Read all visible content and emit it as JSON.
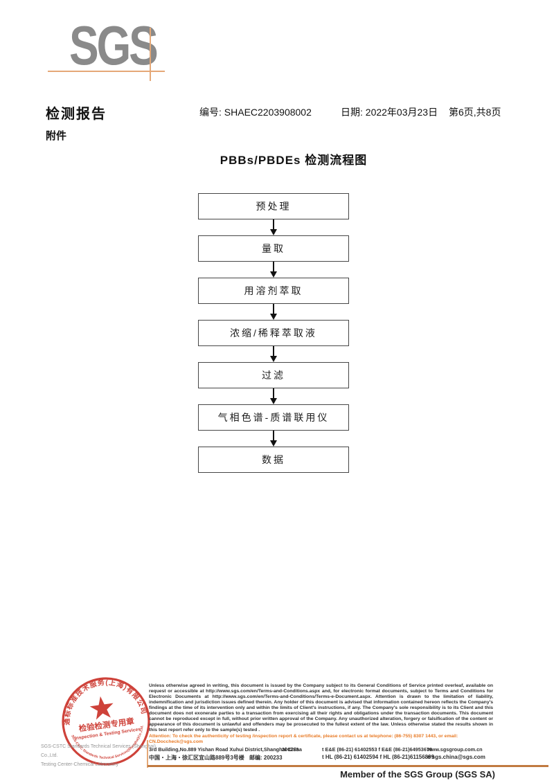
{
  "colors": {
    "logo_gray": "#8a8a8a",
    "accent_orange_line": "#e5a877",
    "footer_rule_orange": "#c07a40",
    "attention_orange": "#e87a25",
    "stamp_red": "#c8291f"
  },
  "logo": {
    "text": "SGS"
  },
  "header": {
    "report_title": "检测报告",
    "report_no": "编号: SHAEC2203908002",
    "report_date": "日期: 2022年03月23日",
    "page_indicator": "第6页,共8页",
    "attachment_label": "附件"
  },
  "flowchart": {
    "title": "PBBs/PBDEs 检测流程图",
    "steps": [
      {
        "label": "预处理"
      },
      {
        "label": "量取"
      },
      {
        "label": "用溶剂萃取"
      },
      {
        "label": "浓缩/稀释萃取液"
      },
      {
        "label": "过滤"
      },
      {
        "label": "气相色谱-质谱联用仪"
      },
      {
        "label": "数据"
      }
    ]
  },
  "stamp": {
    "ring_text_top": "通标标准技术服务(上海)有限公司",
    "ring_text_bottom": "SGS-CSTC Standards Technical Services(Shanghai)Co.,Ltd.",
    "center_line1": "检验检测专用章",
    "center_line2": "Inspection & Testing Services",
    "company_en_line1": "SGS-CSTC Standards Technical Services (Shanghai) Co.,Ltd.",
    "company_en_line2": "Testing Center-Chemical Laboratory"
  },
  "footer": {
    "disclaimer": "Unless otherwise agreed in writing, this document is issued by the Company subject to its General Conditions of Service printed overleaf, available on request or accessible at http://www.sgs.com/en/Terms-and-Conditions.aspx and, for electronic format documents, subject to Terms and Conditions for Electronic Documents at http://www.sgs.com/en/Terms-and-Conditions/Terms-e-Document.aspx. Attention is drawn to the limitation of liability, indemnification and jurisdiction issues defined therein. Any holder of this document is advised that information contained hereon reflects the Company's findings at the time of its intervention only and within the limits of Client's instructions, if any. The Company's sole responsibility is to its Client and this document does not exonerate parties to a transaction from exercising all their rights and obligations under the transaction documents. This document cannot be reproduced except in full, without prior written approval of the Company. Any unauthorized alteration, forgery or falsification of the content or appearance of this document is unlawful and offenders may be prosecuted to the fullest extent of the law. Unless otherwise stated the results shown in this test report refer only to the sample(s) tested .",
    "attention": "Attention: To check the authenticity of testing /inspection report & certificate, please contact us at telephone: (86-755) 8307 1443, or email: CN.Doccheck@sgs.com",
    "address_en": "3rd Building,No.889 Yishan Road Xuhui District,Shanghai China",
    "postal_en": "200233",
    "phone_en": "t E&E (86-21) 61402553   f E&E (86-21)64953679",
    "website": "www.sgsgroup.com.cn",
    "address_cn": "中国・上海・徐汇区宜山路889号3号楼",
    "postal_cn": "邮编: 200233",
    "phone_cn": "t HL (86-21) 61402594    f HL (86-21)61156899",
    "email": "e  sgs.china@sgs.com",
    "member": "Member of the SGS Group (SGS SA)"
  }
}
